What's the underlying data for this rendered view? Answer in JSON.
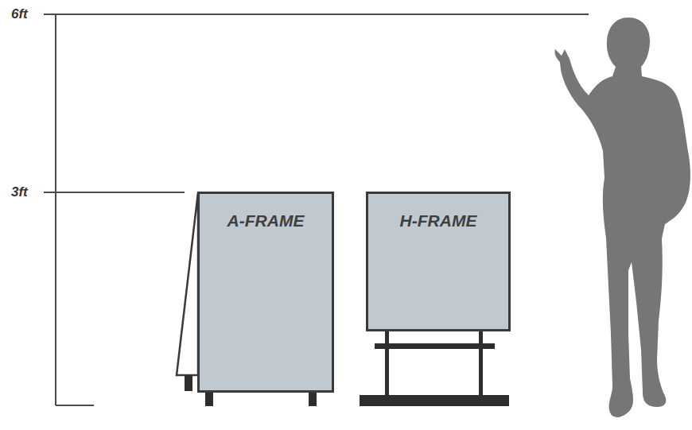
{
  "diagram": {
    "nodes": [
      {
        "text": [
          "A-FRAME"
        ]
      },
      {
        "text": [
          "H-FRAME"
        ]
      }
    ],
    "labels": [
      "6ft",
      "3ft"
    ]
  }
}
